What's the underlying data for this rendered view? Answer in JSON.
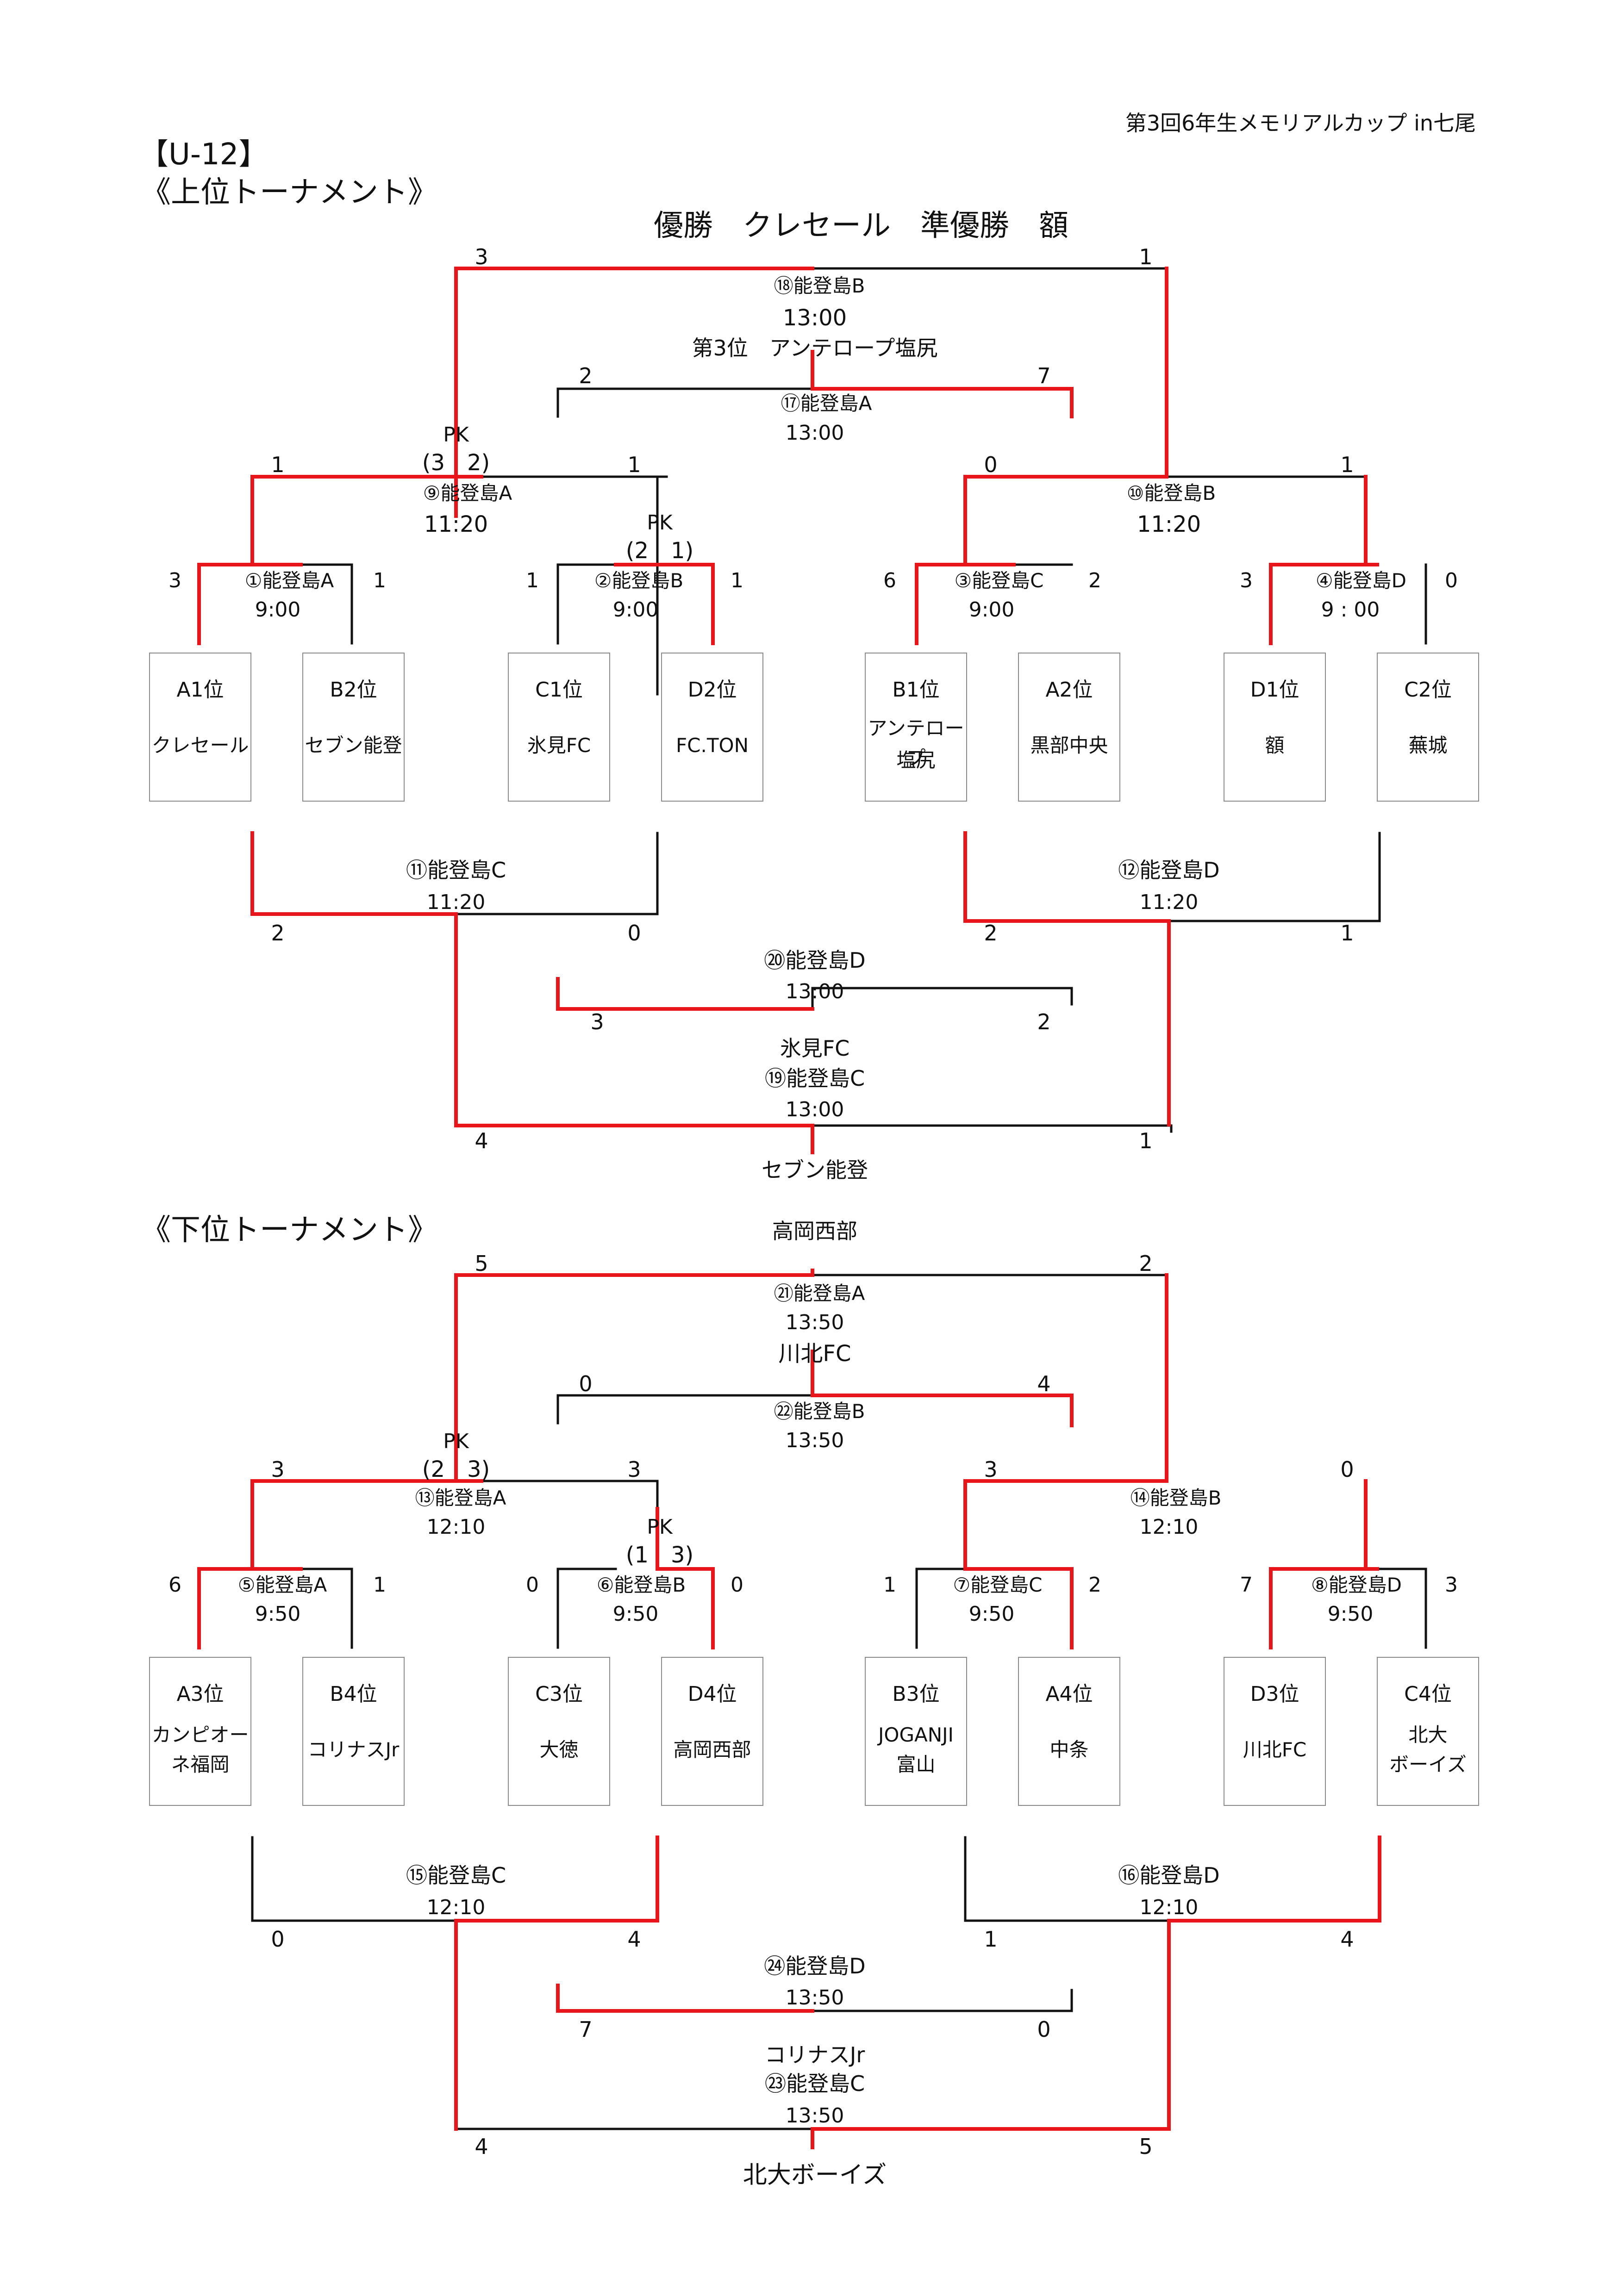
{
  "header": {
    "event_title": "第3回6年生メモリアルカップ in七尾",
    "category": "【U-12】"
  },
  "upper": {
    "section_title": "《上位トーナメント》",
    "result_line": "優勝　クレセール　準優勝　額",
    "final": {
      "venue": "⑱能登島B",
      "time": "13:00",
      "score_left": "3",
      "score_right": "1"
    },
    "third_place": {
      "winner": "第3位　アンテロープ塩尻",
      "venue": "⑰能登島A",
      "time": "13:00",
      "score_left": "2",
      "score_right": "7"
    },
    "semi_left": {
      "pk_label": "PK",
      "pk_score": "(3　2)",
      "venue": "⑨能登島A",
      "time": "11:20",
      "score_left": "1",
      "score_right": "1"
    },
    "semi_right": {
      "venue": "⑩能登島B",
      "time": "11:20",
      "score_left": "0",
      "score_right": "1"
    },
    "r1": [
      {
        "venue": "①能登島A",
        "time": "9:00",
        "score_left": "3",
        "score_right": "1"
      },
      {
        "pk_label": "PK",
        "pk_score": "(2　1)",
        "venue": "②能登島B",
        "time": "9:00",
        "score_left": "1",
        "score_right": "1"
      },
      {
        "venue": "③能登島C",
        "time": "9:00",
        "score_left": "6",
        "score_right": "2"
      },
      {
        "venue": "④能登島D",
        "time": "9 : 00",
        "score_left": "3",
        "score_right": "0"
      }
    ],
    "teams": [
      {
        "pos": "A1位",
        "name": "クレセール"
      },
      {
        "pos": "B2位",
        "name": "セブン能登"
      },
      {
        "pos": "C1位",
        "name": "氷見FC"
      },
      {
        "pos": "D2位",
        "name": "FC.TON"
      },
      {
        "pos": "B1位",
        "name": "アンテロープ",
        "name2": "塩尻"
      },
      {
        "pos": "A2位",
        "name": "黒部中央"
      },
      {
        "pos": "D1位",
        "name": "額"
      },
      {
        "pos": "C2位",
        "name": "蕪城"
      }
    ],
    "lr_left": {
      "venue": "⑪能登島C",
      "time": "11:20",
      "score_left": "2",
      "score_right": "0"
    },
    "lr_right": {
      "venue": "⑫能登島D",
      "time": "11:20",
      "score_left": "2",
      "score_right": "1"
    },
    "match20": {
      "venue": "⑳能登島D",
      "time": "13:00",
      "score_left": "3",
      "score_right": "2",
      "winner": "氷見FC"
    },
    "match19": {
      "venue": "⑲能登島C",
      "time": "13:00",
      "score_left": "4",
      "score_right": "1",
      "winner": "セブン能登"
    }
  },
  "lower": {
    "section_title": "《下位トーナメント》",
    "top_winner": "高岡西部",
    "final": {
      "venue": "㉑能登島A",
      "time": "13:50",
      "score_left": "5",
      "score_right": "2"
    },
    "third_place": {
      "winner": "川北FC",
      "venue": "㉒能登島B",
      "time": "13:50",
      "score_left": "0",
      "score_right": "4"
    },
    "semi_left": {
      "pk_label": "PK",
      "pk_score": "(2　3)",
      "venue": "⑬能登島A",
      "time": "12:10",
      "score_left": "3",
      "score_right": "3"
    },
    "semi_right": {
      "venue": "⑭能登島B",
      "time": "12:10",
      "score_left": "3",
      "score_right": "0"
    },
    "r1": [
      {
        "venue": "⑤能登島A",
        "time": "9:50",
        "score_left": "6",
        "score_right": "1"
      },
      {
        "pk_label": "PK",
        "pk_score": "(1　3)",
        "venue": "⑥能登島B",
        "time": "9:50",
        "score_left": "0",
        "score_right": "0"
      },
      {
        "venue": "⑦能登島C",
        "time": "9:50",
        "score_left": "1",
        "score_right": "2"
      },
      {
        "venue": "⑧能登島D",
        "time": "9:50",
        "score_left": "7",
        "score_right": "3"
      }
    ],
    "teams": [
      {
        "pos": "A3位",
        "name": "カンピオー",
        "name2": "ネ福岡"
      },
      {
        "pos": "B4位",
        "name": "コリナスJr"
      },
      {
        "pos": "C3位",
        "name": "大徳"
      },
      {
        "pos": "D4位",
        "name": "高岡西部"
      },
      {
        "pos": "B3位",
        "name": "JOGANJI",
        "name2": "富山"
      },
      {
        "pos": "A4位",
        "name": "中条"
      },
      {
        "pos": "D3位",
        "name": "川北FC"
      },
      {
        "pos": "C4位",
        "name": "北大",
        "name2": "ボーイズ"
      }
    ],
    "lr_left": {
      "venue": "⑮能登島C",
      "time": "12:10",
      "score_left": "0",
      "score_right": "4"
    },
    "lr_right": {
      "venue": "⑯能登島D",
      "time": "12:10",
      "score_left": "1",
      "score_right": "4"
    },
    "match24": {
      "venue": "㉔能登島D",
      "time": "13:50",
      "score_left": "7",
      "score_right": "0",
      "winner": "コリナスJr"
    },
    "match23": {
      "venue": "㉓能登島C",
      "time": "13:50",
      "score_left": "4",
      "score_right": "5",
      "winner": "北大ボーイズ"
    }
  },
  "colors": {
    "winner_line": "#e8161b",
    "line": "#111111",
    "box_border": "#8a8a8a"
  }
}
